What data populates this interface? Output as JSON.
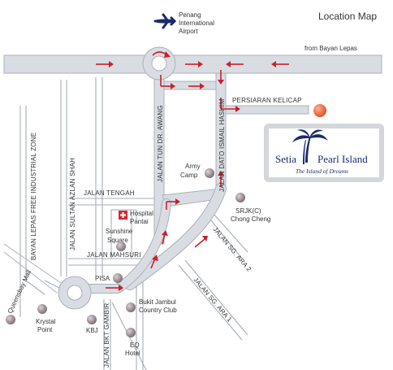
{
  "map": {
    "title": "Location Map",
    "airport": {
      "line1": "Penang",
      "line2": "International",
      "line3": "Airport",
      "icon": "airplane-icon"
    },
    "direction_note": "from Bayan Lepas",
    "destination": {
      "brand": "Setia Pearl Island",
      "brand_left": "Setia",
      "brand_right": "Pearl Island",
      "tagline": "The Island of Dreams",
      "marker_color": "#e8633a",
      "logo_icon": "palm-tree-icon"
    },
    "roads": {
      "persiaran_kelicap": "PERSIARAN KELICAP",
      "jalan_tun_dr_awang": "JALAN TUN DR. AWANG",
      "jalan_dato_ismail_hashim": "JALAN DATO ISMAIL HASHIM",
      "jalan_tengah": "JALAN TENGAH",
      "jalan_mahsuri": "JALAN MAHSURI",
      "jalan_sultan_azlan_shah": "JALAN SULTAN AZLAN SHAH",
      "bayan_lepas_fiz": "BAYAN LEPAS FREE INDUSTRIAL ZONE",
      "jalan_bkt_gambir": "JALAN BKT GAMBIR",
      "jalan_sg_ara_2": "JALAN SG. ARA 2",
      "jalan_sg_ara_1": "JALAN SG. ARA 1"
    },
    "landmarks": {
      "army_camp": {
        "line1": "Army",
        "line2": "Camp"
      },
      "srjk": {
        "line1": "SRJK(C)",
        "line2": "Chong Cheng"
      },
      "hospital": {
        "line1": "Hospital",
        "line2": "Pantai",
        "icon": "red-cross-icon"
      },
      "sunshine": {
        "line1": "Sunshine",
        "line2": "Square"
      },
      "pisa": "PISA",
      "bukit_jambul": {
        "line1": "Bukit Jambul",
        "line2": "Country Club"
      },
      "queensbay": "Queensbay Mall",
      "krystal": {
        "line1": "Krystal",
        "line2": "Point"
      },
      "kbj": "KBJ",
      "eq": {
        "line1": "EQ",
        "line2": "Hotel"
      }
    },
    "colors": {
      "road": "#d9dde3",
      "road_edge": "#aab1ba",
      "arrow": "#c8202a",
      "landmark_dot": "#8b7f86",
      "brand_navy": "#1c2a6b"
    }
  }
}
